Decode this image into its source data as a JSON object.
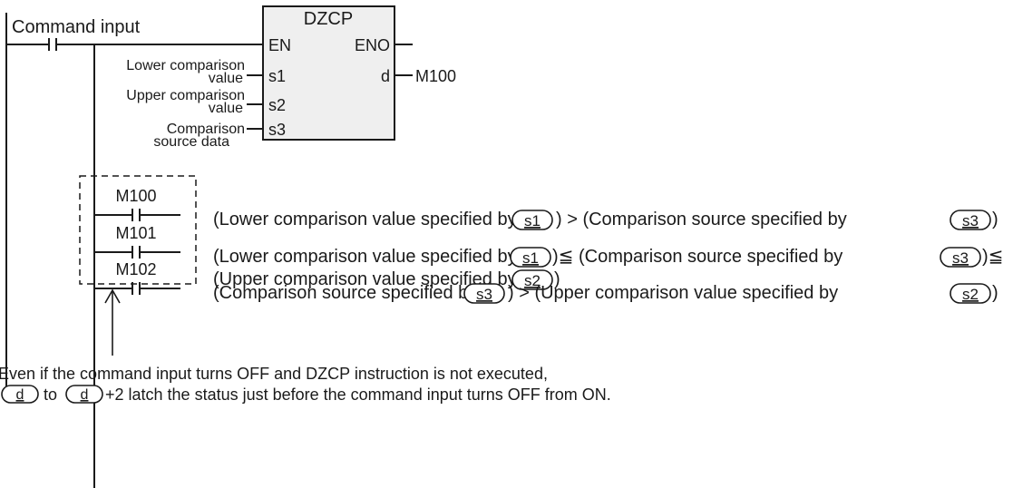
{
  "command_input": "Command input",
  "block": {
    "name": "DZCP",
    "en": "EN",
    "eno": "ENO",
    "s1": "s1",
    "s2": "s2",
    "s3": "s3",
    "d": "d",
    "output": "M100"
  },
  "labels": {
    "lower_1": "Lower comparison",
    "lower_2": "value",
    "upper_1": "Upper comparison",
    "upper_2": "value",
    "source_1": "Comparison",
    "source_2": "source data"
  },
  "contacts": [
    {
      "name": "M100"
    },
    {
      "name": "M101"
    },
    {
      "name": "M102"
    }
  ],
  "conditions": {
    "c1_a": "(Lower comparison value specified by",
    "c1_b": ") > (Comparison source specified by",
    "c1_c": ")",
    "c2_a": "(Lower comparison value specified by",
    "c2_b": ")≦ (Comparison source specified by",
    "c2_c": ")≦",
    "c2_d": "(Upper comparison value specified by",
    "c2_e": ")",
    "c3_a": "(Comparison source specified by",
    "c3_b": ") > (Upper comparison value specified by",
    "c3_c": ")"
  },
  "operands": {
    "s1": "s1",
    "s2": "s2",
    "s3": "s3",
    "d": "d"
  },
  "note": {
    "line1": "Even if the command input turns OFF and DZCP instruction is not executed,",
    "line2_a": "to",
    "line2_b": "+2 latch the status just before the command input turns OFF from ON."
  }
}
